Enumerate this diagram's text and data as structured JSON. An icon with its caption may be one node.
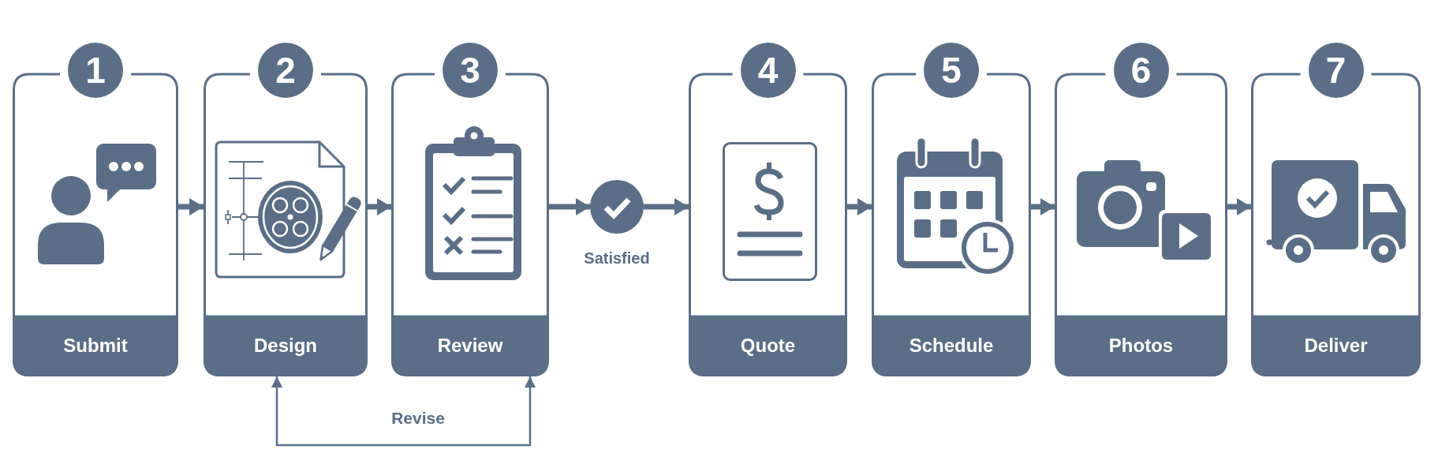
{
  "diagram": {
    "nodes": [
      {
        "text": [
          "1",
          "Submit"
        ]
      },
      {
        "text": [
          "2",
          "Design"
        ]
      },
      {
        "text": [
          "3",
          "Review"
        ]
      },
      {
        "text": [],
        "shape": "circle",
        "beside": [
          "Satisfied"
        ]
      },
      {
        "text": [
          "4",
          "Quote"
        ]
      },
      {
        "text": [
          "5",
          "Schedule"
        ]
      },
      {
        "text": [
          "6",
          "Photos"
        ]
      },
      {
        "text": [
          "7",
          "Deliver"
        ]
      }
    ],
    "edges": [
      {
        "from": 0,
        "to": 1,
        "arrow": "to"
      },
      {
        "from": 1,
        "to": 2,
        "arrow": "to"
      },
      {
        "from": 2,
        "to": 3,
        "arrow": "to"
      },
      {
        "from": 3,
        "to": 4,
        "arrow": "to"
      },
      {
        "from": 4,
        "to": 5,
        "arrow": "to"
      },
      {
        "from": 5,
        "to": 6,
        "arrow": "to"
      },
      {
        "from": 6,
        "to": 7,
        "arrow": "to"
      },
      {
        "from": 2,
        "to": 1,
        "arrow": "both",
        "label": "Revise"
      }
    ]
  }
}
